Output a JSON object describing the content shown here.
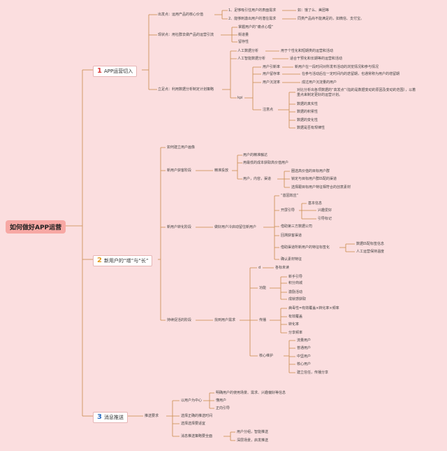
{
  "root": "如何做好APP运营",
  "sections": [
    {
      "num": "1",
      "label": "APP运营切入"
    },
    {
      "num": "2",
      "label": "新用户的“增”与“长”"
    },
    {
      "num": "3",
      "label": "消息推送"
    }
  ],
  "s1": {
    "a": "出发点：运用产品的核心价值",
    "a1": "1、足够吸引住用户的表面需求",
    "a1x": "如：饿了么、美团等",
    "a2": "2、能够刺激出用户的潜在需求",
    "a2x": "同类产品尚不能满足的，如微信、支付宝。",
    "b": "现状点：用社群去做产品的运营引流",
    "b1": "掌握用户的“痛点心理”",
    "b2": "街道量",
    "b3": "留存性",
    "c": "立足点：利用数据分析制定计划策略",
    "c1": "人工数据分析",
    "c1x": "用于个性化和短期类的运营和活动",
    "c2": "人工智能数据分析",
    "c2x": "适合干预化和长期等的运营和活动",
    "kpi": "kpi",
    "k1": "用户引新率",
    "k1x": "新用户在一段时间对所发布活动的浏览情况和参与情况",
    "k2": "用户留存率",
    "k2x": "在参与活动后在一定时间内的迭留期，也通常称为用户的增留期",
    "k3": "用户沉淀率",
    "k3x": "成过用户沉淀量的用户",
    "note": "注意点",
    "n1": "对比分析出各项数据的“高发点”（指的是数据变动的原因及变动的范围），以着",
    "n1b": "重点来制定更好的运营计划。",
    "n2": "数据的真实性",
    "n3": "数据的积累性",
    "n4": "数据的变化性",
    "n5": "数据是否有规律性"
  },
  "s2": {
    "a": "如何建立用户画像",
    "b": "新用户获客阶段",
    "b1": "精准投放",
    "b11": "用户的精准触达",
    "b12": "用最低的成本获取高价值用户",
    "b13": "用户，内容，渠道",
    "b131": "圈选高价值的目标用户群",
    "b132": "锁定与目标用户群匹配的渠道",
    "b133": "选择跟目标用户特征相符合的创意素材",
    "c": "新用户转化阶段",
    "c1": "做好用户冷启动留住新用户",
    "c11": "“首因效应”",
    "c12": "开屏引导",
    "c121": "基本信息",
    "c122": "兴趣爱好",
    "c123": "引导标记",
    "c13": "借助第三方数据公司",
    "c14": "回溯获客渠道",
    "c15": "借助渠道所新用户的特征标签化",
    "c151": "数据匹配标签信息",
    "c152": "人工运营保持温度",
    "c16": "确认素材特征",
    "d": "持续促活的阶段",
    "d1": "找到用户需求",
    "d11": "d",
    "d11x": "各标未读",
    "d12": "功能",
    "d121": "新手引导",
    "d122": "积分商城",
    "d123": "激励活动",
    "d124": "成就感获取",
    "d13": "传播",
    "d131": "病毒性=有效覆盖×转化率×频率",
    "d132": "有效覆盖",
    "d133": "转化率",
    "d134": "分享频率",
    "d14": "核心维护",
    "d141": "流量用户",
    "d142": "普通用户",
    "d143": "中坚用户",
    "d144": "核心用户",
    "d145": "建立信任，传播分享"
  },
  "s3": {
    "a": "推送要求",
    "a1": "以用户为中心",
    "a11": "明确用户的使用场景、需求、兴趣偏好等信息",
    "a12": "懂用户",
    "a13": "正向引导",
    "a2": "选择正确的推送时间",
    "a3": "选择选择要适宜",
    "a4": "消息推送策略要全面",
    "a41": "用户分组，智能推送",
    "a42": "深层场景，启发推送"
  }
}
